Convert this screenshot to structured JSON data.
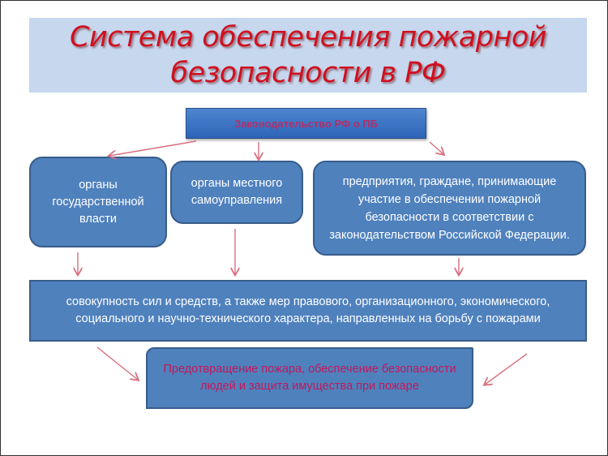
{
  "title": {
    "line1": "Система обеспечения пожарной",
    "line2": "безопасности в РФ"
  },
  "legislation": {
    "label": "Законодательство РФ о ПБ"
  },
  "actors": [
    {
      "id": "state",
      "label": "органы государственной власти"
    },
    {
      "id": "local",
      "label": "органы местного самоуправления"
    },
    {
      "id": "enterprise",
      "label": "предприятия, граждане, принимающие участие в обеспечении пожарной безопасности в соответствии с законодательством Российской Федерации."
    }
  ],
  "definition": {
    "label": "совокупность сил и средств, а также мер правового, организационного, экономического, социального и научно-технического характера, направленных на борьбу с пожарами"
  },
  "goal": {
    "label": "Предотвращение пожара, обеспечение безопасности людей и защита имущества при пожаре"
  },
  "colors": {
    "title_text": "#d0101f",
    "title_bg": "#c6d7ee",
    "box_fill": "#4f81bd",
    "box_border": "#385d8a",
    "arrow": "#d9707f",
    "goal_text": "#c2185b"
  }
}
